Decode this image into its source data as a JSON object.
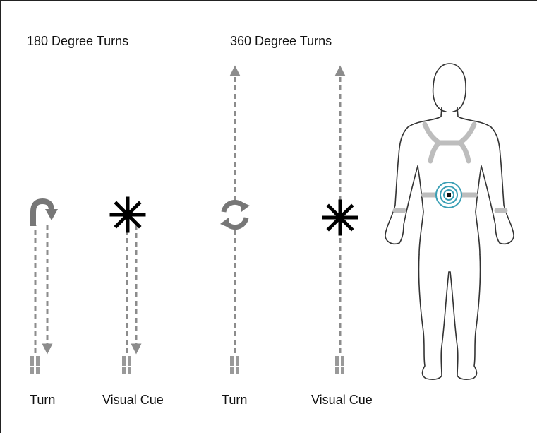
{
  "headings": {
    "turn180": "180 Degree Turns",
    "turn360": "360 Degree Turns"
  },
  "captions": {
    "c1": "Turn",
    "c2": "Visual Cue",
    "c3": "Turn",
    "c4": "Visual Cue"
  },
  "icons": [
    "u-turn-arrow-icon",
    "asterisk-visual-cue-icon",
    "circular-rotate-arrows-icon",
    "asterisk-visual-cue-icon",
    "footprints-icon",
    "body-sensor-icon"
  ],
  "colors": {
    "path": "#8c8c8c",
    "sensor": "#3a9fb5",
    "outline": "#333333",
    "harness": "#bdbdbd"
  }
}
